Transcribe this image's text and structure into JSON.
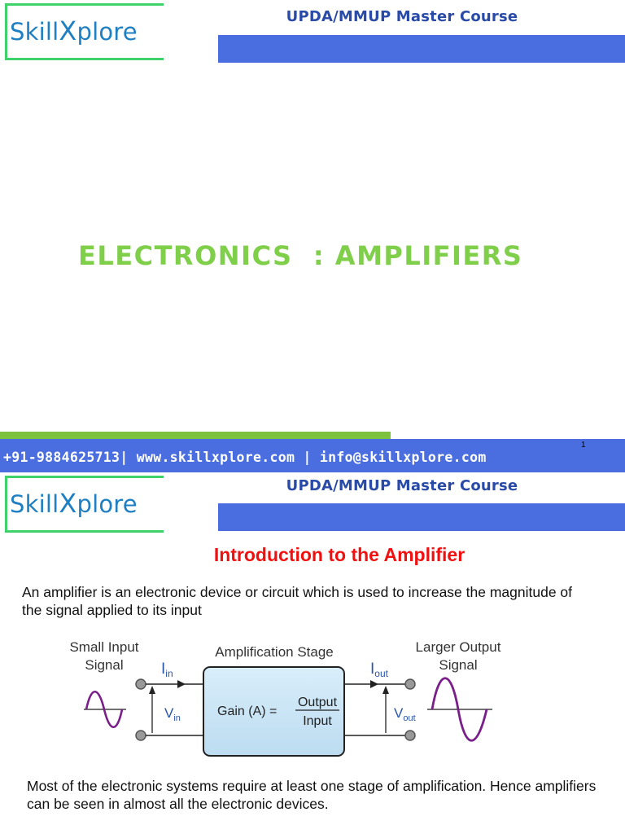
{
  "header": {
    "logo_text_left": "Skill",
    "logo_text_x": "X",
    "logo_text_right": "plore",
    "course_title": "UPDA/MMUP Master Course"
  },
  "slide1": {
    "title": "ELECTRONICS  : AMPLIFIERS",
    "footer": "+91-9884625713| www.skillxplore.com | info@skillxplore.com",
    "page_number": "1"
  },
  "slide2": {
    "title": "Introduction to the Amplifier",
    "paragraph1": "An amplifier is an electronic device or circuit which is used to increase the magnitude of the signal applied to its input",
    "paragraph2": "Most of the electronic systems require at least one stage of amplification. Hence amplifiers can be seen in almost all the electronic devices.",
    "diagram": {
      "input_label_line1": "Small Input",
      "input_label_line2": "Signal",
      "stage_label": "Amplification Stage",
      "output_label_line1": "Larger Output",
      "output_label_line2": "Signal",
      "i_in": "I",
      "i_in_sub": "in",
      "v_in": "V",
      "v_in_sub": "in",
      "i_out": "I",
      "i_out_sub": "out",
      "v_out": "V",
      "v_out_sub": "out",
      "gain_label": "Gain (A) =",
      "gain_numerator": "Output",
      "gain_denominator": "Input"
    }
  },
  "colors": {
    "brand_blue": "#4a6ee0",
    "logo_green": "#3fd16a",
    "title_green": "#7fcf4a",
    "heading_red": "#f01010",
    "box_fill": "#cde6f5"
  }
}
